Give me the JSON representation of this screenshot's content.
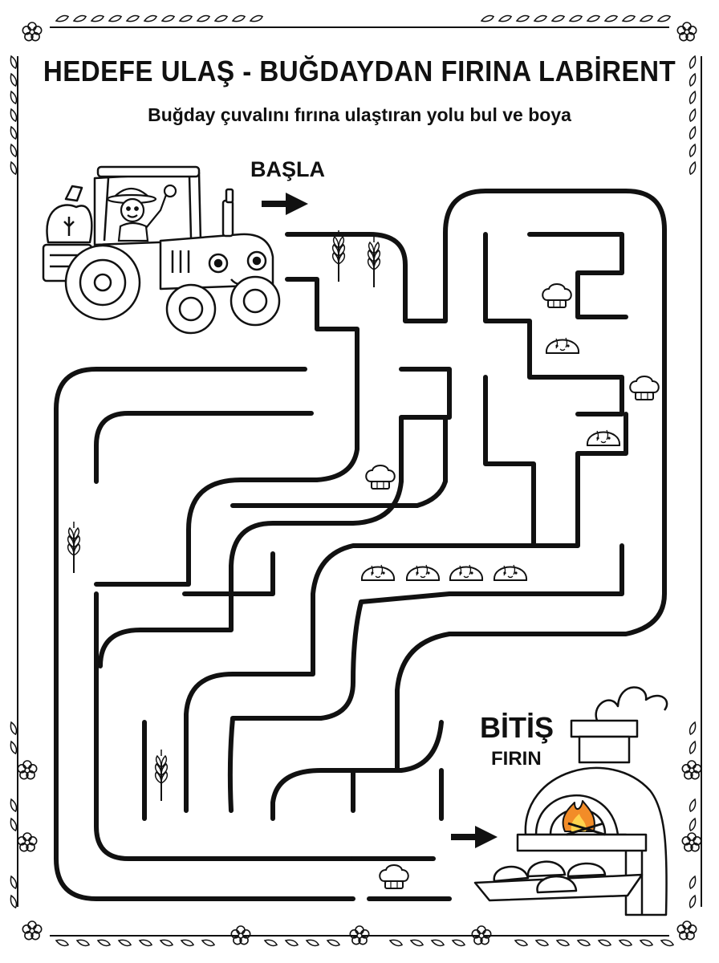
{
  "title": "HEDEFE ULAŞ - BUĞDAYDAN FIRINA LABİRENT",
  "subtitle": "Buğday çuvalını fırına ulaştıran yolu bul ve boya",
  "start": {
    "label": "BAŞLA"
  },
  "finish": {
    "label": "BİTİŞ",
    "sublabel": "FIRIN"
  },
  "colors": {
    "ink": "#111111",
    "fire": "#f28c28",
    "fire_inner": "#ffd34d"
  },
  "icons": [
    "tractor-icon",
    "farmer-icon",
    "wheat-sack-icon",
    "wheat-icon",
    "chef-hat-icon",
    "bread-bun-icon",
    "oven-icon",
    "fire-icon",
    "arrow-right-icon",
    "flower-icon",
    "leaf-vine-icon"
  ]
}
